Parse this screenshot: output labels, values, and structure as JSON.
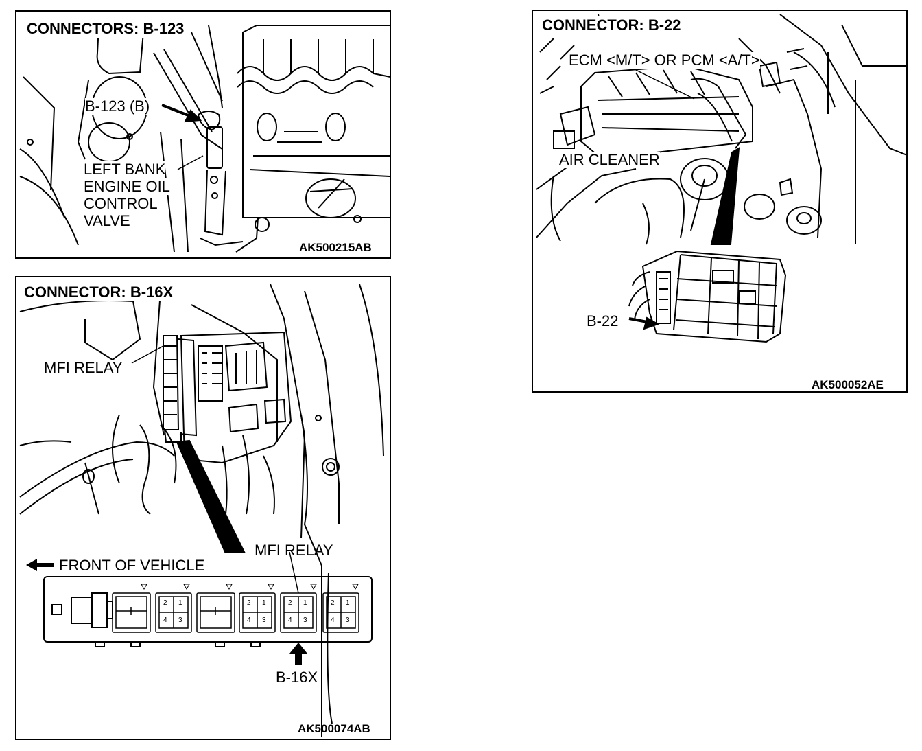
{
  "panel_b123": {
    "title": "CONNECTORS: B-123",
    "connector_label": "B-123 (B)",
    "valve_label_lines": [
      "LEFT BANK",
      "ENGINE OIL",
      "CONTROL",
      "VALVE"
    ],
    "code": "AK500215AB"
  },
  "panel_b16x": {
    "title": "CONNECTOR: B-16X",
    "relay_label_top": "MFI RELAY",
    "relay_label_bottom": "MFI RELAY",
    "front_label": "FRONT OF VEHICLE",
    "connector_label": "B-16X",
    "relay_pin_numbers": [
      "2",
      "1",
      "4",
      "3"
    ],
    "code": "AK500074AB"
  },
  "panel_b22": {
    "title": "CONNECTOR: B-22",
    "ecm_label": "ECM <M/T> OR PCM <A/T>",
    "air_cleaner_label": "AIR CLEANER",
    "connector_label": "B-22",
    "code": "AK500052AE"
  }
}
